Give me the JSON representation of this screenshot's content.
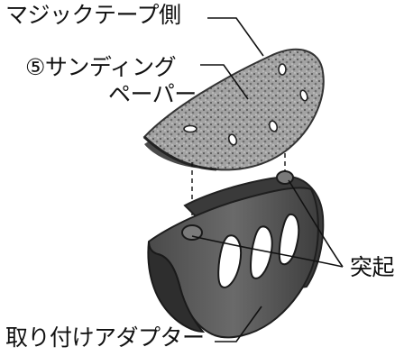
{
  "labels": {
    "velcro_side": "マジックテープ側",
    "sanding_paper_line1": "⑤サンディング",
    "sanding_paper_line2": "ペーパー",
    "protrusion": "突起",
    "mounting_adapter": "取り付けアダプター"
  },
  "colors": {
    "sanding_texture": "#9a9a9a",
    "sanding_edge": "#3a3a3a",
    "adapter_body": "#5c5c5c",
    "adapter_shadow": "#2e2e2e",
    "adapter_highlight": "#8a8a8a",
    "leader_line": "#111111"
  }
}
